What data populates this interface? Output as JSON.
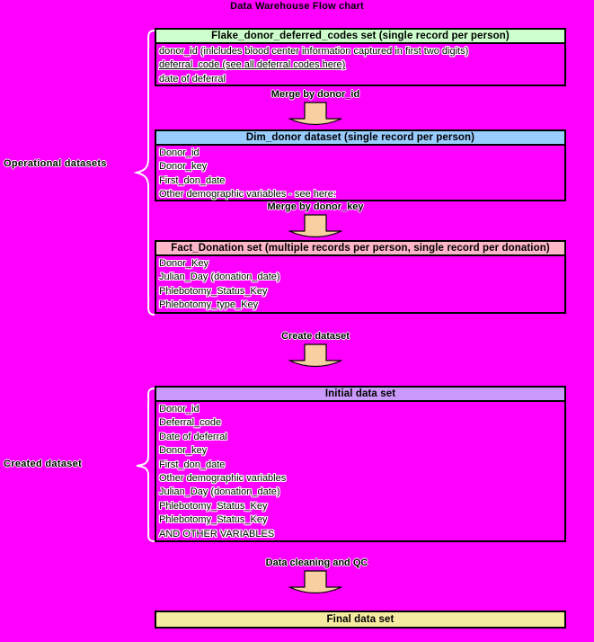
{
  "diagram": {
    "title": "Data Warehouse Flow chart",
    "background_color": "#FF00FF"
  },
  "groups": [
    {
      "label": "Operational datasets",
      "accent": "#FFFFFF"
    },
    {
      "label": "Created dataset",
      "accent": "#FFFFFF"
    }
  ],
  "nodes": [
    {
      "id": "flake_donor_deferred_codes",
      "header": "Flake_donor_deferred_codes set (single record per person)",
      "header_color": "#CCFFCC",
      "fields": [
        {
          "text": "donor_id (inlcludes blood center information captured in first two digits)",
          "underlined": false
        },
        {
          "text": "deferral_code     (see all deferral codes here)",
          "underlined": true
        },
        {
          "text": "date of deferral",
          "underlined": false
        }
      ]
    },
    {
      "id": "dim_donor",
      "header": "Dim_donor dataset (single record per person)",
      "header_color": "#99CCFF",
      "fields": [
        {
          "text": "Donor_id",
          "underlined": false
        },
        {
          "text": "Donor_key",
          "underlined": false
        },
        {
          "text": "First_don_date",
          "underlined": false
        },
        {
          "text": "Other demographic variables - see here:",
          "underlined": false
        }
      ]
    },
    {
      "id": "fact_donation",
      "header": "Fact_Donation set (multiple records per person, single record per donation)",
      "header_color": "#FFB6C8",
      "fields": [
        {
          "text": "Donor_Key",
          "underlined": false
        },
        {
          "text": "Julian_Day (donation_date)",
          "underlined": false
        },
        {
          "text": "Phlebotomy_Status_Key",
          "underlined": false
        },
        {
          "text": "Phlebotomy_type_Key",
          "underlined": false
        }
      ]
    },
    {
      "id": "initial_data_set",
      "header": "Initial data set",
      "header_color": "#C999FB",
      "fields": [
        {
          "text": "Donor_id",
          "underlined": false
        },
        {
          "text": "Deferral_code",
          "underlined": false
        },
        {
          "text": "Date of deferral",
          "underlined": false
        },
        {
          "text": "Donor_key",
          "underlined": false
        },
        {
          "text": "First_don_date",
          "underlined": false
        },
        {
          "text": "Other demographic variables",
          "underlined": false
        },
        {
          "text": "Julian_Day (donation_date)",
          "underlined": false
        },
        {
          "text": "Phlebotomy_Status_Key",
          "underlined": false
        },
        {
          "text": "Phlebotomy_Status_Key",
          "underlined": false
        },
        {
          "text": "AND OTHER VARIABLES",
          "underlined": false
        }
      ]
    },
    {
      "id": "final_data_set",
      "header": "Final data set",
      "header_color": "#F5EBA0",
      "fields": []
    }
  ],
  "transitions": [
    {
      "id": "merge_donor_id",
      "label": "Merge by donor_id",
      "arrow_color": "#F8CFA0"
    },
    {
      "id": "merge_donor_key",
      "label": "Merge by donor_key",
      "arrow_color": "#F8CFA0"
    },
    {
      "id": "create_dataset",
      "label": "Create dataset",
      "arrow_color": "#F8CFA0"
    },
    {
      "id": "cleaning_qc",
      "label": "Data cleaning and QC",
      "arrow_color": "#F8CFA0"
    }
  ]
}
